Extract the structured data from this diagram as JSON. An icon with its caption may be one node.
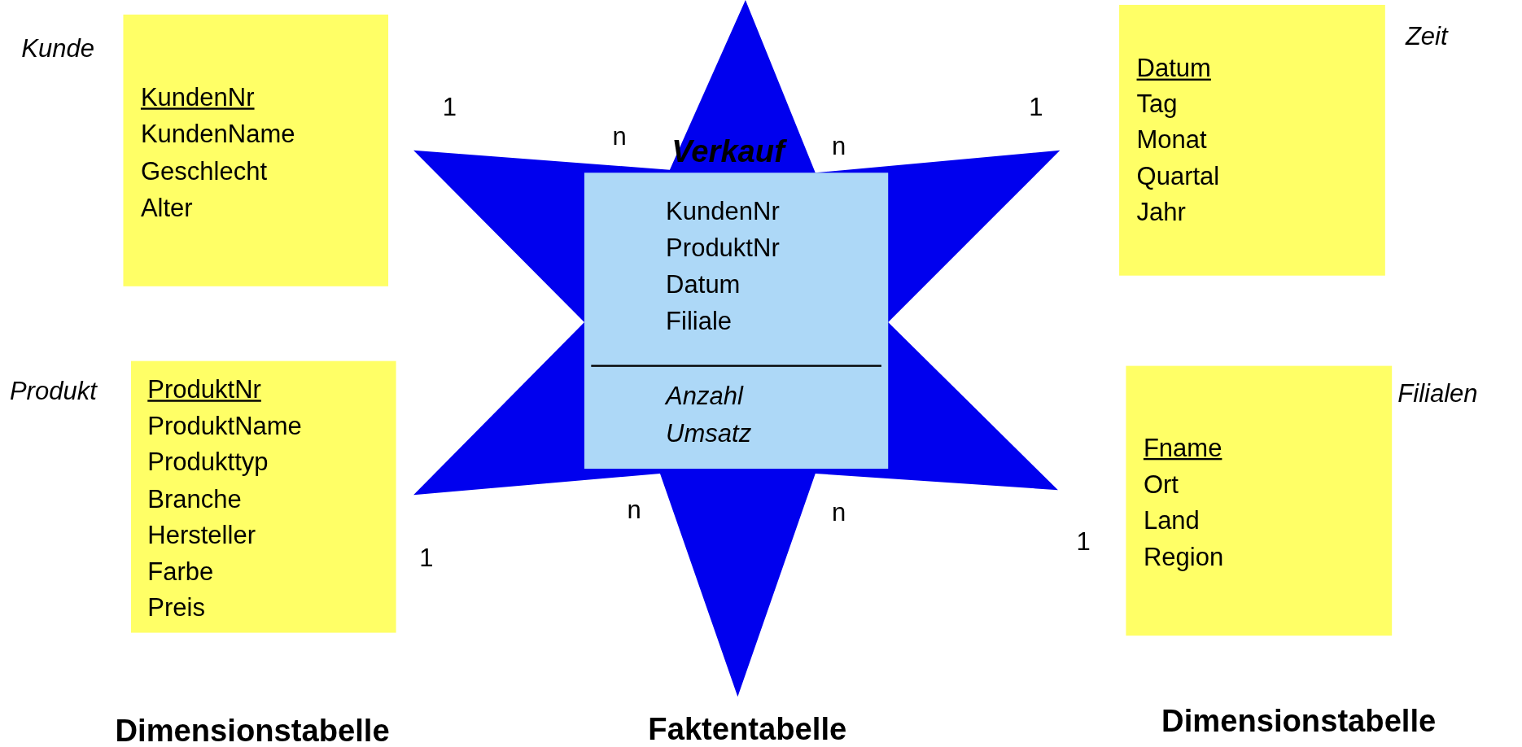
{
  "diagram": {
    "nodes": [
      {
        "text": [
          "Kunde",
          "KundenNr",
          "KundenName",
          "Geschlecht",
          "Alter"
        ]
      },
      {
        "text": [
          "Zeit",
          "Datum",
          "Tag",
          "Monat",
          "Quartal",
          "Jahr"
        ]
      },
      {
        "text": [],
        "shape": "star"
      },
      {
        "text": [
          "Verkauf",
          "KundenNr",
          "ProduktNr",
          "Datum",
          "Filiale",
          "Anzahl",
          "Umsatz"
        ],
        "in": 2
      },
      {
        "text": [
          "Produkt",
          "ProduktNr",
          "ProduktName",
          "Produkttyp",
          "Branche",
          "Hersteller",
          "Farbe",
          "Preis"
        ]
      },
      {
        "text": [
          "Filialen",
          "Fname",
          "Ort",
          "Land",
          "Region"
        ]
      }
    ],
    "edges": [],
    "labels": [
      "1",
      "n",
      "n",
      "1",
      "n",
      "n",
      "1",
      "1",
      "Dimensionstabelle",
      "Faktentabelle",
      "Dimensionstabelle"
    ]
  }
}
